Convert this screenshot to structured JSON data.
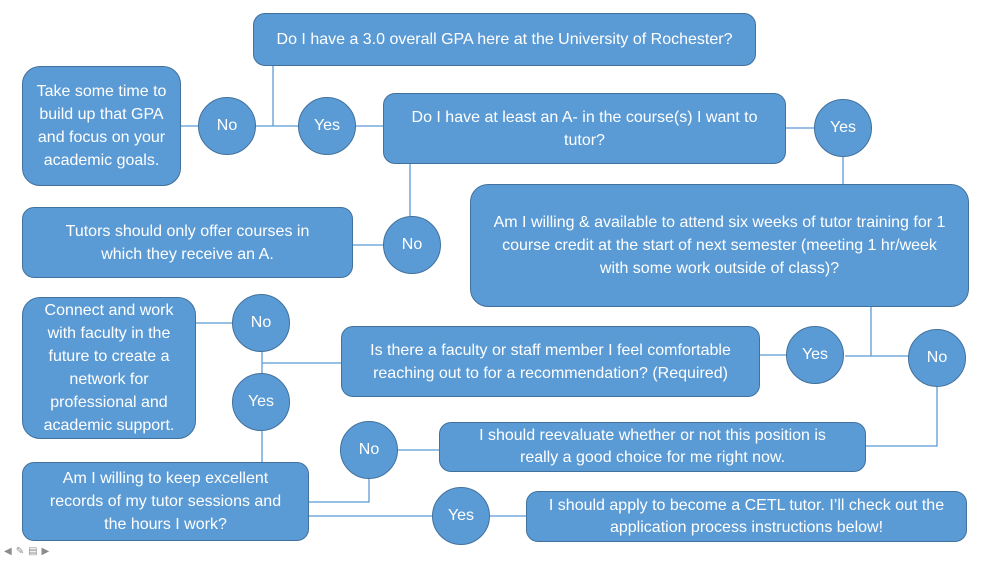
{
  "boxes": {
    "q_gpa": "Do I have a 3.0 overall GPA here at the University of Rochester?",
    "build_gpa": "Take some time to build up that GPA and focus on your academic goals.",
    "q_grade": "Do I have at least an A- in the course(s) I want to tutor?",
    "only_a": "Tutors should only offer courses in which they receive an A.",
    "q_training": "Am I willing & available to attend six weeks of tutor training for 1 course credit at the start of next semester (meeting 1 hr/week with some work outside of class)?",
    "network": "Connect and work with faculty in the future to create a network for professional and academic support.",
    "q_faculty": "Is there a faculty or staff member I feel comfortable reaching out to for a recommendation? (Required)",
    "reevaluate": "I should reevaluate whether or not this position is really a good choice for me right now.",
    "q_records": "Am I willing to keep excellent records of my tutor sessions and the hours I work?",
    "apply": "I should apply to become a CETL tutor. I’ll check out the application process instructions below!"
  },
  "decisions": {
    "gpa_no": "No",
    "gpa_yes": "Yes",
    "grade_yes": "Yes",
    "grade_no": "No",
    "faculty_no": "No",
    "faculty_yes": "Yes",
    "training_yes": "Yes",
    "training_no": "No",
    "records_no": "No",
    "records_yes": "Yes"
  },
  "nav": {
    "back_icon": "arrow-left-icon",
    "pen_icon": "pen-icon",
    "menu_icon": "menu-icon",
    "forward_icon": "arrow-right-icon"
  },
  "colors": {
    "fill": "#5b9bd5",
    "stroke": "#41719c",
    "connector": "#5b9bd5"
  }
}
